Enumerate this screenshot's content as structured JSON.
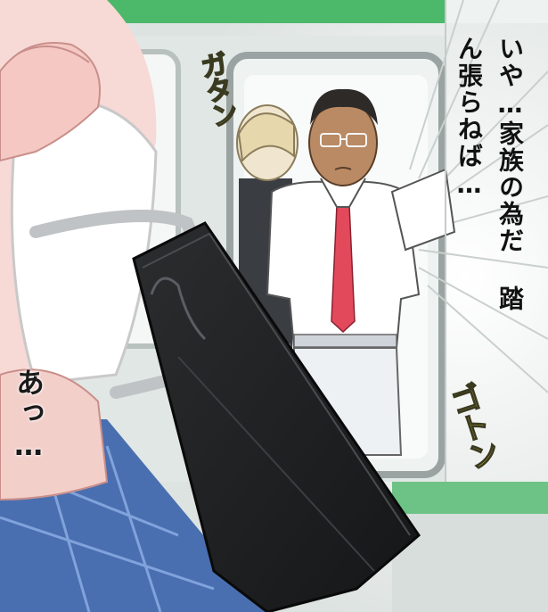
{
  "dialogue": {
    "thought_line1": "いや…家族の為だ",
    "thought_line2": "踏ん張らねば…",
    "sigh": "あっ…"
  },
  "sound_effects": {
    "gatan": "ガタン",
    "goto": "ゴトン"
  },
  "colors": {
    "train_green": "#4cb86a",
    "window_frame": "#f3f5f4",
    "tie_red": "#e24a5c",
    "skirt_blue": "#4a6fb0",
    "sfx_yellow": "#e8d64a"
  }
}
